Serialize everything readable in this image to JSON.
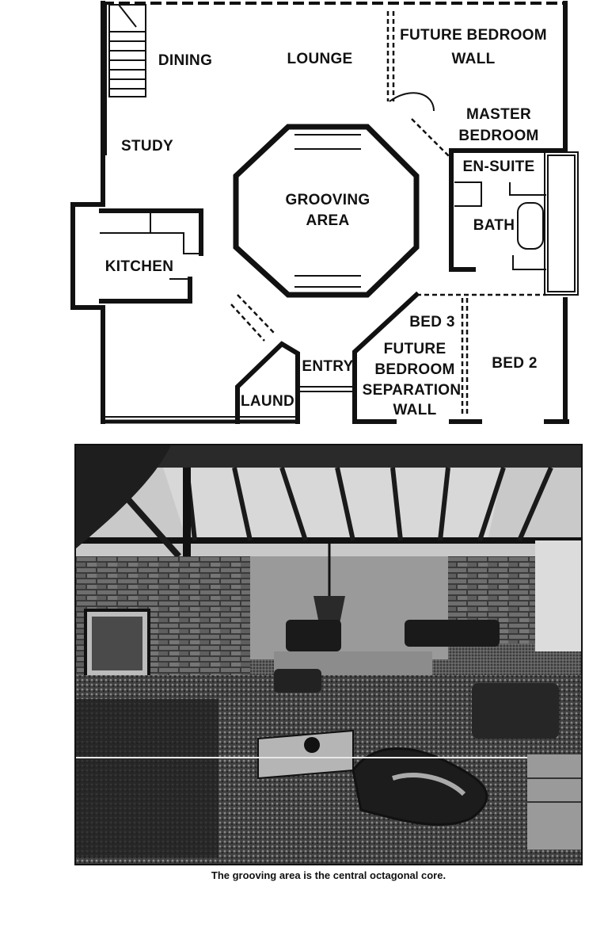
{
  "floor_plan": {
    "rooms": {
      "dining": "DINING",
      "lounge": "LOUNGE",
      "future_bedroom_wall": [
        "FUTURE BEDROOM",
        "WALL"
      ],
      "master_bedroom": [
        "MASTER",
        "BEDROOM"
      ],
      "study": "STUDY",
      "en_suite": "EN-SUITE",
      "grooving_area": [
        "GROOVING",
        "AREA"
      ],
      "bath": "BATH",
      "kitchen": "KITCHEN",
      "bed3": "BED 3",
      "future_separation_wall": [
        "FUTURE",
        "BEDROOM",
        "SEPARATION",
        "WALL"
      ],
      "entry": "ENTRY",
      "bed2": "BED 2",
      "laundry": "LAUND"
    }
  },
  "photo": {
    "caption": "The grooving area is the central octagonal core."
  }
}
